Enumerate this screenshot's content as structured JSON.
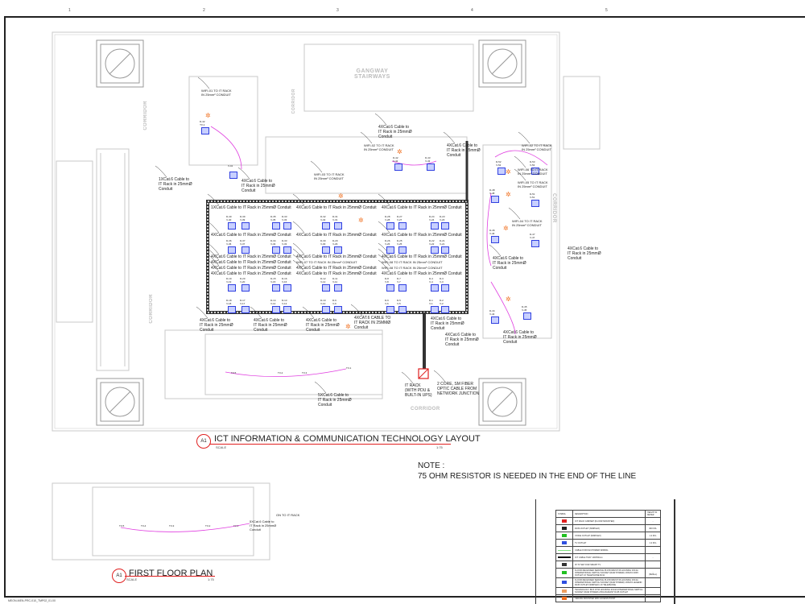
{
  "ruler": [
    "1",
    "2",
    "3",
    "4",
    "5"
  ],
  "plan": {
    "gangway": "GANGWAY\nSTAIRWAYS",
    "corridor_labels": [
      "CORRIDOR",
      "CORRIDOR",
      "CORRIDOR",
      "CORRIDOR",
      "CORRIDOR"
    ],
    "callouts": [
      "WIFI-01 TO IT RACK\nIN 25mm² CONDUIT",
      "4XCat.6 Cable to\nIT Rack in 25mmØ\nConduit",
      "1XCat.6 Cable to\nIT Rack in 25mmØ\nConduit",
      "WIFI-03 TO IT RACK\nIN 25mm² CONDUIT",
      "4XCat.6 Cable to\nIT Rack in 25mmØ\nConduit",
      "WIFI-02 TO IT RACK\nIN 25mm² CONDUIT",
      "4XCat.6 Cable to\nIT Rack in 25mmØ\nConduit",
      "WIFI-02 TO IT RACK\nIN 25mm² CONDUIT",
      "WIFI-06 TO IT RACK\nIN 25mm² CONDUIT",
      "WIFI-05 TO IT RACK\nIN 25mm² CONDUIT",
      "1XCat.6 Cable to\nIT Rack in 25mmØ\nConduit",
      "4XCat.6 Cable to\nIT Rack in 25mmØ\nConduit",
      "4XCat.6 Cable to\nIT Rack in 25mmØ\nConduit",
      "4XCat.6 Cable to\nIT Rack in 25mmØ\nConduit",
      "4XCat.6 Cable to\nIT Rack in 25mmØ\nConduit",
      "4XCat.6 Cable to\nIT Rack in 25mmØ\nConduit",
      "4XCat.6 Cable to\nIT Rack in 25mmØ\nConduit",
      "4XCat.6 Cable to\nIT Rack in 25mmØ\nConduit",
      "4XCat.6 Cable to\nIT Rack in 25mmØ\nConduit",
      "4XCat.6 Cable to\nIT Rack in 25mmØ\nConduit",
      "WIFI-07 TO IT RACK\nIN 25mm² CONDUIT",
      "WIFI-08 TO IT RACK\nIN 25mm² CONDUIT",
      "4XCat.6 Cable to\nIT Rack in 25mmØ\nConduit",
      "WIFI-04 TO IT RACK\nIN 25mm² CONDUIT",
      "4XCat.6 Cable to\nIT Rack in 25mmØ\nConduit",
      "WIFI-08 TO IT RACK\nIN 25mm² CONDUIT",
      "4XCat.6 Cable to\nIT Rack in 25mmØ\nConduit",
      "4XCat.6 Cable to\nIT Rack in 25mmØ\nConduit",
      "4XCat.6 Cable to\nIT Rack in 25mmØ\nConduit",
      "4XCat.6 Cable to\nIT Rack in 25mmØ\nConduit",
      "4XCAT.6 CABLE TO\nIT RACK IN 25MMØ\nConduit",
      "4XCat.6 Cable to\nIT Rack in 25mmØ\nConduit",
      "4XCat.6 Cable to\nIT Rack in 25mmØ\nConduit",
      "4XCat.6 Cable to\nIT Rack in 25mmØ\nConduit",
      "5XCat.6 Cable to\nIT Rack in 25mmØ\nConduit",
      "IT RACK\n(WITH PDU &\nBUILT-IN UPS)",
      "2 CORE, SM FIBER\nOPTIC CABLE FROM\nNETWORK JUNCTION"
    ],
    "outlets": [
      "D-40\nV-40",
      "D-39\nV-39",
      "D-36\nV-36",
      "D-37\nV-37",
      "D-35\nV-35",
      "D-33\nV-33",
      "D-34\nV-34",
      "D-33\nV-33",
      "D-32\nV-32",
      "D-31\nV-31",
      "D-30\nV-30",
      "D-29\nV-29",
      "D-28\nV-28",
      "D-27\nV-27",
      "D-26\nV-26",
      "D-25\nV-25",
      "D-24\nV-24",
      "D-23\nV-23",
      "D-22\nV-22",
      "D-21\nV-21",
      "D-19\nV-19",
      "D-20\nV-20",
      "D-18\nV-18",
      "D-17\nV-17",
      "D-15\nV-15",
      "D-16\nV-16",
      "D-14\nV-14",
      "D-13\nV-13",
      "D-12\nV-12",
      "D-11\nV-11",
      "D-10\nV-10",
      "D-9\nV-9",
      "D-8\nV-8",
      "D-7\nV-7",
      "D-6\nV-6",
      "D-5\nV-5",
      "D-4\nV-4",
      "D-3\nV-3",
      "D-1\nV-1",
      "D-2\nV-2",
      "D-42\nV-42",
      "D-43\nV-43",
      "D-52\nV-52",
      "D-53\nV-53",
      "D-48\nV-48",
      "D-51\nV-51",
      "D-46\nV-46",
      "D-47\nV-47",
      "D-44\nV-44",
      "D-45\nV-45",
      "D-42\nTV-1",
      "V-41"
    ],
    "tv_outlets": [
      "TV-5",
      "TV-2",
      "TV-3",
      "TV-1"
    ]
  },
  "main_title": {
    "badge": "A1",
    "text": "ICT INFORMATION & COMMUNICATION TECHNOLOGY LAYOUT",
    "scale_label": "SCALE",
    "scale": "1:75"
  },
  "first_floor": {
    "badge": "A1",
    "text": "FIRST FLOOR PLAN",
    "scale_label": "SCALE",
    "scale": "1:75",
    "callouts": [
      "ON TO IT RACK",
      "5XCat.6 Cable to\nIT Rack in 25mmØ\nConduit"
    ],
    "tv_outlets": [
      "TV-5",
      "TV-4",
      "TV-3",
      "TV-2",
      "TV-1"
    ]
  },
  "note": {
    "heading": "NOTE :",
    "text": "75 OHM RESISTOR IS NEEDED IN THE END OF THE LINE"
  },
  "legend": {
    "headers": [
      "SYMBOL",
      "DESCRIPTION",
      "HEIGHT IN METER"
    ],
    "rows": [
      {
        "symbol": "rack-cabinet-icon",
        "color": "#e02020",
        "desc": "ICT RACK CABINET (FLOOR MOUNTED)",
        "height": "-"
      },
      {
        "symbol": "data-outlet-icon",
        "color": "#222222",
        "desc": "DATA OUTLET (SIMPLEX)",
        "height": "300 FFL"
      },
      {
        "symbol": "voice-outlet-icon",
        "color": "#22c022",
        "desc": "VOICE OUTLET (SIMPLEX)",
        "height": "1.2 FFL"
      },
      {
        "symbol": "tv-outlet-icon",
        "color": "#3050e0",
        "desc": "TV OUTLET",
        "height": "1.2 FFL"
      },
      {
        "symbol": "cable-line-icon",
        "color": "#80e080",
        "desc": "CABLE FOR FAN POWER WIRING",
        "height": ""
      },
      {
        "symbol": "cable-tray-icon",
        "color": "#111111",
        "desc": "ICT CABLE TRAY 100X50mm",
        "height": "-"
      },
      {
        "symbol": "iptv-set-icon",
        "color": "#333333",
        "desc": "IP-TV SET FOR SMART TV",
        "height": ""
      },
      {
        "symbol": "floor-box-green-icon",
        "color": "#22c022",
        "desc": "FLOOR RECESSED SERVICE PLATFORM IP 66 HOUSING 3X13A INTERNATIONAL SWITCH SOCKET (RAW POWER) 1X6GTA RJ45 OUTLET 1X TELEPHONE RJ11",
        "height": "-\n(SMALL)"
      },
      {
        "symbol": "floor-box-blue-icon",
        "color": "#3050e0",
        "desc": "FLOOR RECESSED SERVICE PLATFORM IP 66 HOUSING 3X13A INTERNATIONAL SWITCH SOCKET (RAW POWER) 1X6GTA LEGEND RJ45 OUTLET (SIMPLEX) 1X TELEPHONE",
        "height": ""
      },
      {
        "symbol": "technology-box-icon",
        "color": "#f0a060",
        "desc": "TECHNOLOGY BOX IP 66 HOUSING 3X13A INTERNATIONAL SWITCH SOCKET (RAW POWER) 2X6A RADIANT RJ45 OUTLET",
        "height": ""
      },
      {
        "symbol": "wifi-access-point-icon",
        "color": "#f07020",
        "desc": "CEILING MOUNTED WIFI ACCESS POINT",
        "height": ""
      }
    ]
  },
  "footer": {
    "drawing_ref": "MEON-MEN-PRC-010_TMP02_01.00"
  },
  "colors": {
    "accent_red": "#e02020",
    "outlet_blue": "#3040e0",
    "cable_magenta": "#e040e0",
    "wifi_orange": "#f07020",
    "plan_grey": "#c8c8c8"
  }
}
